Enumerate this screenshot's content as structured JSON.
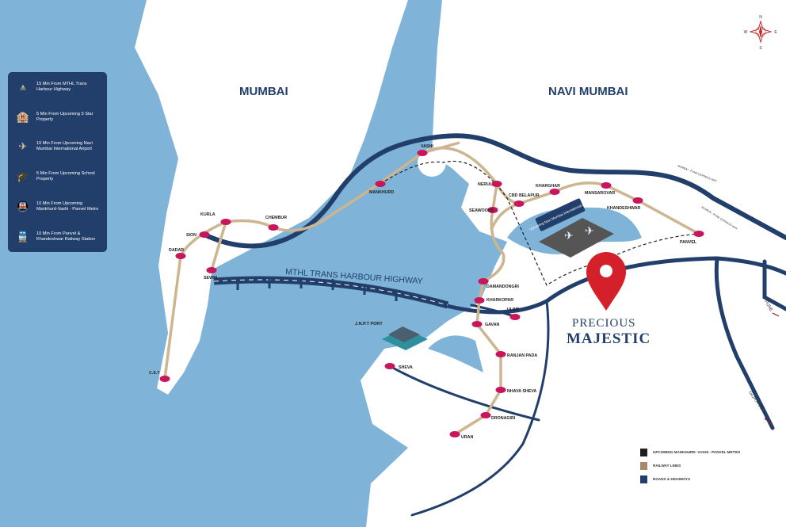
{
  "cities": {
    "mumbai": "MUMBAI",
    "navi_mumbai": "NAVI MUMBAI"
  },
  "project": {
    "line1": "PRECIOUS",
    "line2": "MAJESTIC"
  },
  "highway_label": "MTHL TRANS HARBOUR HIGHWAY",
  "port_label": "J.N.P.T PORT",
  "airport_label": "Upcoming Navi Mumbai International Airport",
  "expressway_label": "MUMBAI - PUNE EXPRESS WAY",
  "road_labels": {
    "pune": "PUNE",
    "goa": "GOA A-66"
  },
  "compass": {
    "n": "N",
    "s": "S",
    "e": "E",
    "w": "W"
  },
  "stations": [
    "C.S.T",
    "DADAR",
    "SION",
    "KURLA",
    "SEWRI",
    "CHEMBUR",
    "MANKHURD",
    "VASHI",
    "NERUL",
    "SEAWOODS",
    "CBD BELAPUR",
    "KHARGHAR",
    "MANSAROVAR",
    "KHANDESHWAR",
    "PANVEL",
    "DAMANDONGRI",
    "KHARKOPAR",
    "ULWE",
    "GAVAN",
    "RANJAN PADA",
    "NHAVA SHEVA",
    "DRONAGIRI",
    "URAN",
    "SHEVA"
  ],
  "highlights": [
    {
      "icon": "bridge-icon",
      "text": "15 Min From MTHL Trans Harbour Highway"
    },
    {
      "icon": "hotel-icon",
      "text": "5 Min From Upcoming 5 Star Property"
    },
    {
      "icon": "airplane-icon",
      "text": "10 Min From Upcoming Navi Mumbai International Airport"
    },
    {
      "icon": "graduation-cap-icon",
      "text": "5 Min From Upcoming School Property"
    },
    {
      "icon": "metro-icon",
      "text": "10 Min From Upcoming Mankhurd-Vashi - Panvel Metro"
    },
    {
      "icon": "train-icon",
      "text": "10 Min From Panvel & Khandeshwar Railway Station"
    }
  ],
  "legend": [
    {
      "label": "UPCOMING MANKHURD- VASHI - PANVEL METRO",
      "color": "#1f1f1f"
    },
    {
      "label": "RAILWAY LINES",
      "color": "#a88b66"
    },
    {
      "label": "ROADS & HIGHWAYS",
      "color": "#213f6a"
    }
  ],
  "colors": {
    "water": "#7fb3d8",
    "road": "#213f6a",
    "rail": "#cdb58f",
    "station": "#c8155c",
    "pin": "#d4202a"
  }
}
